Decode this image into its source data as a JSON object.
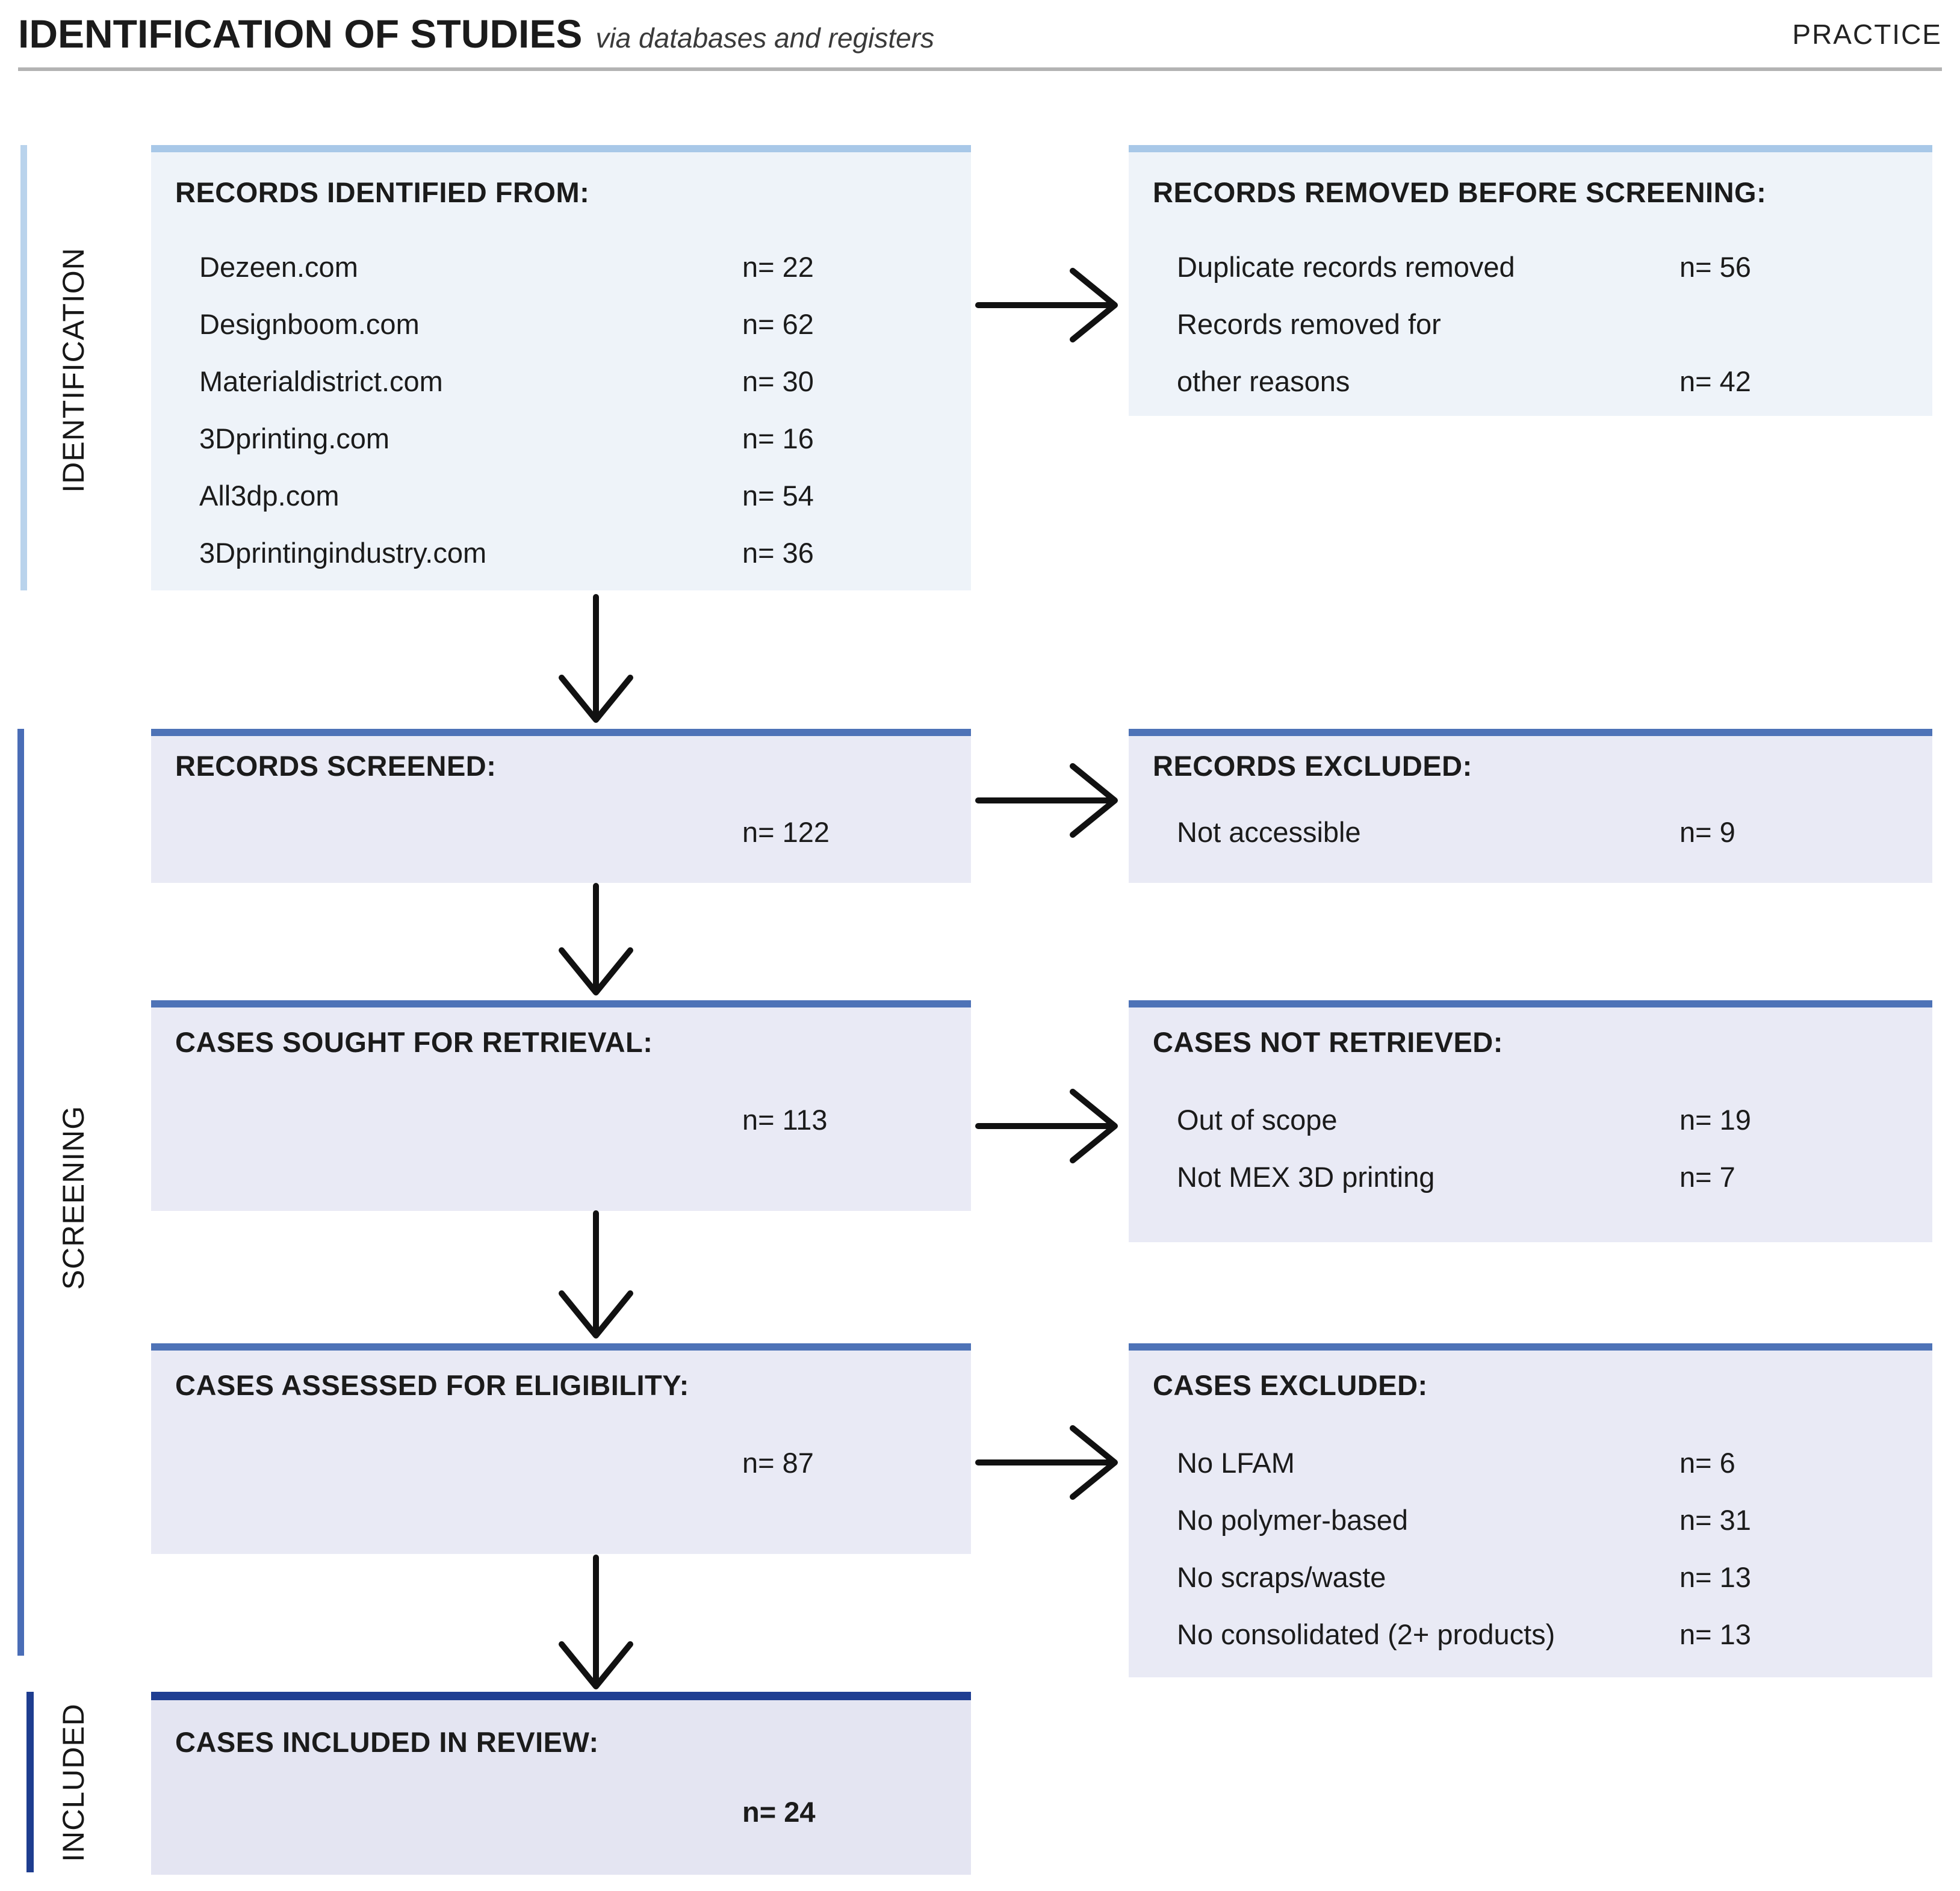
{
  "header": {
    "title": "IDENTIFICATION OF STUDIES",
    "subtitle": "via databases and registers",
    "tag": "PRACTICE"
  },
  "stages": [
    {
      "label": "IDENTIFICATION",
      "bar_color": "#b9d3ec"
    },
    {
      "label": "SCREENING",
      "bar_color": "#4a6db6"
    },
    {
      "label": "INCLUDED",
      "bar_color": "#1e3d8f"
    }
  ],
  "colors": {
    "light_box_bg": "#eef3f9",
    "light_box_border": "#a8c8e8",
    "mid_box_bg": "#e9eaf5",
    "mid_box_border": "#4e73b7",
    "dark_box_bg": "#e4e5f2",
    "dark_box_border": "#1f3e92",
    "arrow": "#111111",
    "rule": "#b3b3b3"
  },
  "boxes": {
    "identified": {
      "title": "RECORDS IDENTIFIED FROM:",
      "items": [
        {
          "label": "Dezeen.com",
          "n": "n= 22"
        },
        {
          "label": "Designboom.com",
          "n": "n= 62"
        },
        {
          "label": "Materialdistrict.com",
          "n": "n= 30"
        },
        {
          "label": "3Dprinting.com",
          "n": "n= 16"
        },
        {
          "label": "All3dp.com",
          "n": "n= 54"
        },
        {
          "label": "3Dprintingindustry.com",
          "n": "n= 36"
        }
      ]
    },
    "removed": {
      "title": "RECORDS REMOVED BEFORE SCREENING:",
      "items": [
        {
          "label": "Duplicate records removed",
          "n": "n= 56"
        },
        {
          "label": "Records removed for",
          "n": ""
        },
        {
          "label": "other reasons",
          "n": "n= 42"
        }
      ]
    },
    "screened": {
      "title": "RECORDS SCREENED:",
      "n": "n= 122"
    },
    "excluded_records": {
      "title": "RECORDS EXCLUDED:",
      "items": [
        {
          "label": "Not accessible",
          "n": "n= 9"
        }
      ]
    },
    "sought": {
      "title": "CASES SOUGHT FOR RETRIEVAL:",
      "n": "n= 113"
    },
    "not_retrieved": {
      "title": "CASES NOT RETRIEVED:",
      "items": [
        {
          "label": "Out of scope",
          "n": "n= 19"
        },
        {
          "label": "Not MEX 3D printing",
          "n": "n= 7"
        }
      ]
    },
    "assessed": {
      "title": "CASES ASSESSED FOR ELIGIBILITY:",
      "n": "n= 87"
    },
    "excluded_cases": {
      "title": "CASES EXCLUDED:",
      "items": [
        {
          "label": "No LFAM",
          "n": "n= 6"
        },
        {
          "label": "No polymer-based",
          "n": "n= 31"
        },
        {
          "label": "No scraps/waste",
          "n": "n= 13"
        },
        {
          "label": "No consolidated (2+ products)",
          "n": "n= 13"
        }
      ]
    },
    "included": {
      "title": "CASES INCLUDED IN REVIEW:",
      "n": "n= 24"
    }
  }
}
